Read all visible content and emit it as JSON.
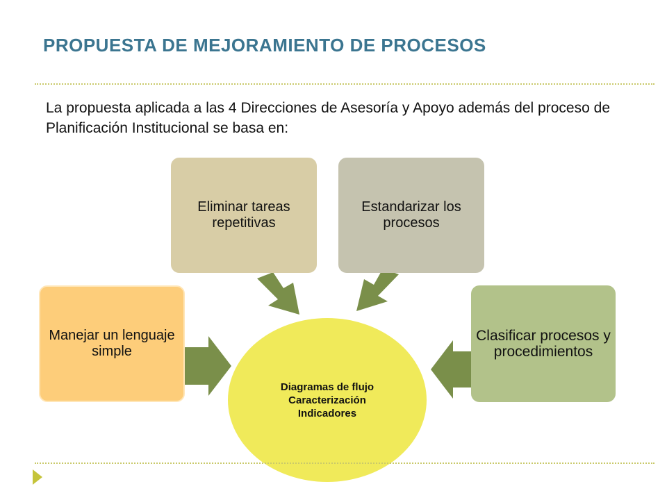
{
  "slide": {
    "title": "PROPUESTA DE MEJORAMIENTO DE PROCESOS",
    "intro": "La propuesta aplicada a las 4 Direcciones de Asesoría y Apoyo además del proceso de Planificación Institucional se basa en:"
  },
  "diagram": {
    "center": {
      "lines": [
        "Diagramas de flujo",
        "Caracterización",
        "Indicadores"
      ],
      "color": "#f0ea5a"
    },
    "boxes": [
      {
        "label": "Manejar un lenguaje simple",
        "color": "#fdcd7a"
      },
      {
        "label": "Eliminar tareas repetitivas",
        "color": "#d8cda6"
      },
      {
        "label": "Estandarizar los procesos",
        "color": "#c5c3af"
      },
      {
        "label": "Clasificar procesos y procedimientos",
        "color": "#b2c28a"
      }
    ],
    "arrow_color": "#7a8f4a",
    "accent_color": "#3b7590",
    "bullet_color": "#c5c43a"
  }
}
